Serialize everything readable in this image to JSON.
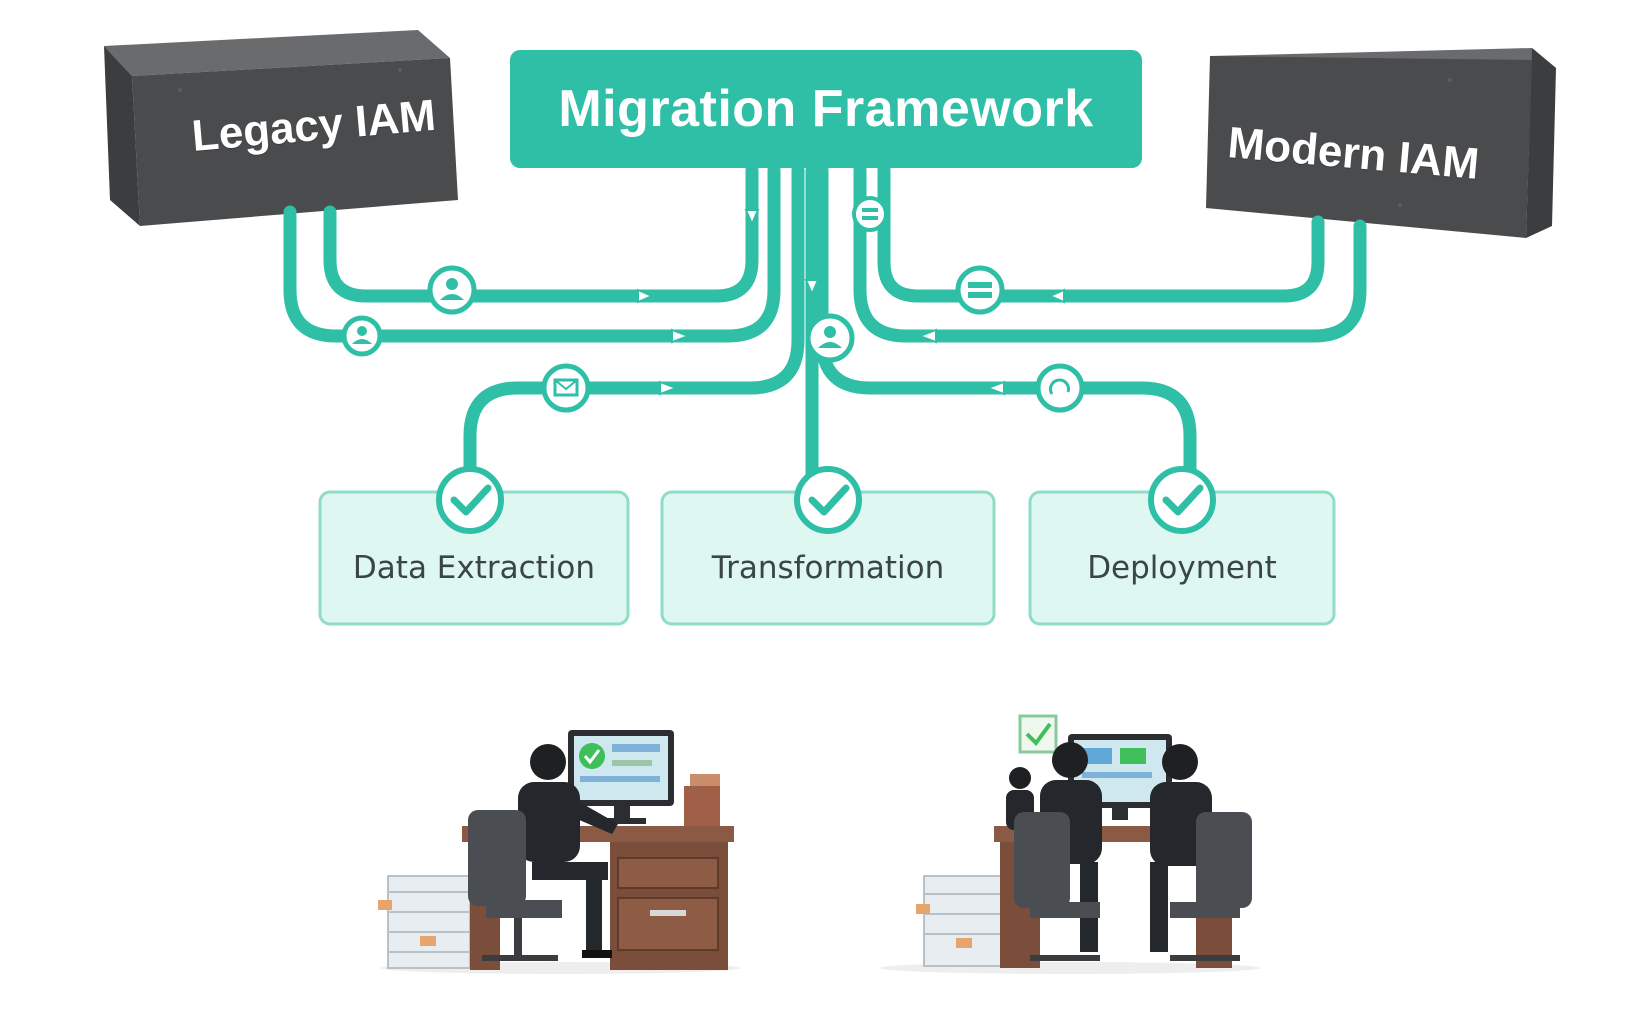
{
  "diagram": {
    "legacy_box": {
      "label": "Legacy IAM"
    },
    "modern_box": {
      "label": "Modern IAM"
    },
    "framework_box": {
      "label": "Migration Framework"
    },
    "stages": [
      {
        "label": "Data Extraction"
      },
      {
        "label": "Transformation"
      },
      {
        "label": "Deployment"
      }
    ]
  },
  "colors": {
    "teal": "#2fbfa6",
    "teal_light": "#dff7f1",
    "dark_box": "#4a4b4d",
    "stage_text": "#3b4548"
  },
  "illustrations": [
    {
      "icon": "person-at-desk-illustration"
    },
    {
      "icon": "team-at-desk-illustration"
    }
  ]
}
